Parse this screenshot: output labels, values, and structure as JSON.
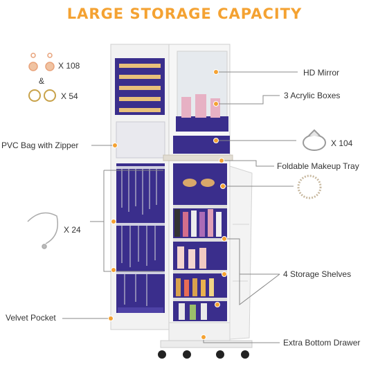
{
  "title": "LARGE STORAGE CAPACITY",
  "accent_color": "#f4a232",
  "line_color": "#888888",
  "velvet_color": "#3a2e8c",
  "quantities": {
    "earrings_dangle": "X 108",
    "ampersand": "&",
    "earrings_hoop": "X 54",
    "rings": "X 104",
    "bracelets": "X 24"
  },
  "features": {
    "hd_mirror": "HD Mirror",
    "acrylic_boxes": "3 Acrylic Boxes",
    "pvc_bag": "PVC Bag with Zipper",
    "makeup_tray": "Foldable Makeup Tray",
    "storage_shelves": "4 Storage Shelves",
    "velvet_pocket": "Velvet Pocket",
    "bottom_drawer": "Extra Bottom Drawer"
  }
}
